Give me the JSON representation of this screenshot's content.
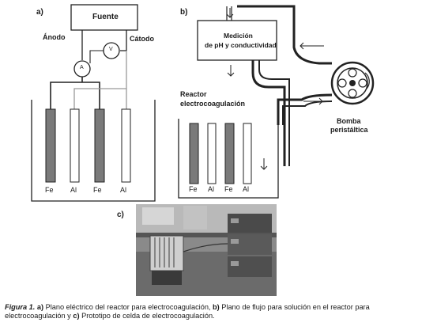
{
  "panel_a": {
    "tag": "a)",
    "source": "Fuente",
    "anode": "Ánodo",
    "cathode": "Cátodo",
    "ammeter": "A",
    "voltmeter": "V",
    "electrodes": [
      "Fe",
      "Al",
      "Fe",
      "Al"
    ]
  },
  "panel_b": {
    "tag": "b)",
    "measure_line1": "Medición",
    "measure_line2": "de pH y conductividad",
    "reactor_line1": "Reactor",
    "reactor_line2": "electrocoagulación",
    "pump_line1": "Bomba",
    "pump_line2": "peristáltica",
    "electrodes": [
      "Fe",
      "Al",
      "Fe",
      "Al"
    ]
  },
  "panel_c": {
    "tag": "c)"
  },
  "caption": {
    "fig_label": "Figura 1.",
    "a_tag": "a)",
    "a_text": "Plano eléctrico del reactor para electrocoagulación,",
    "b_tag": "b)",
    "b_text": "Plano de flujo para solución en el reactor para electrocoagulación y",
    "c_tag": "c)",
    "c_text": "Prototipo de celda de electrocoagulación."
  }
}
